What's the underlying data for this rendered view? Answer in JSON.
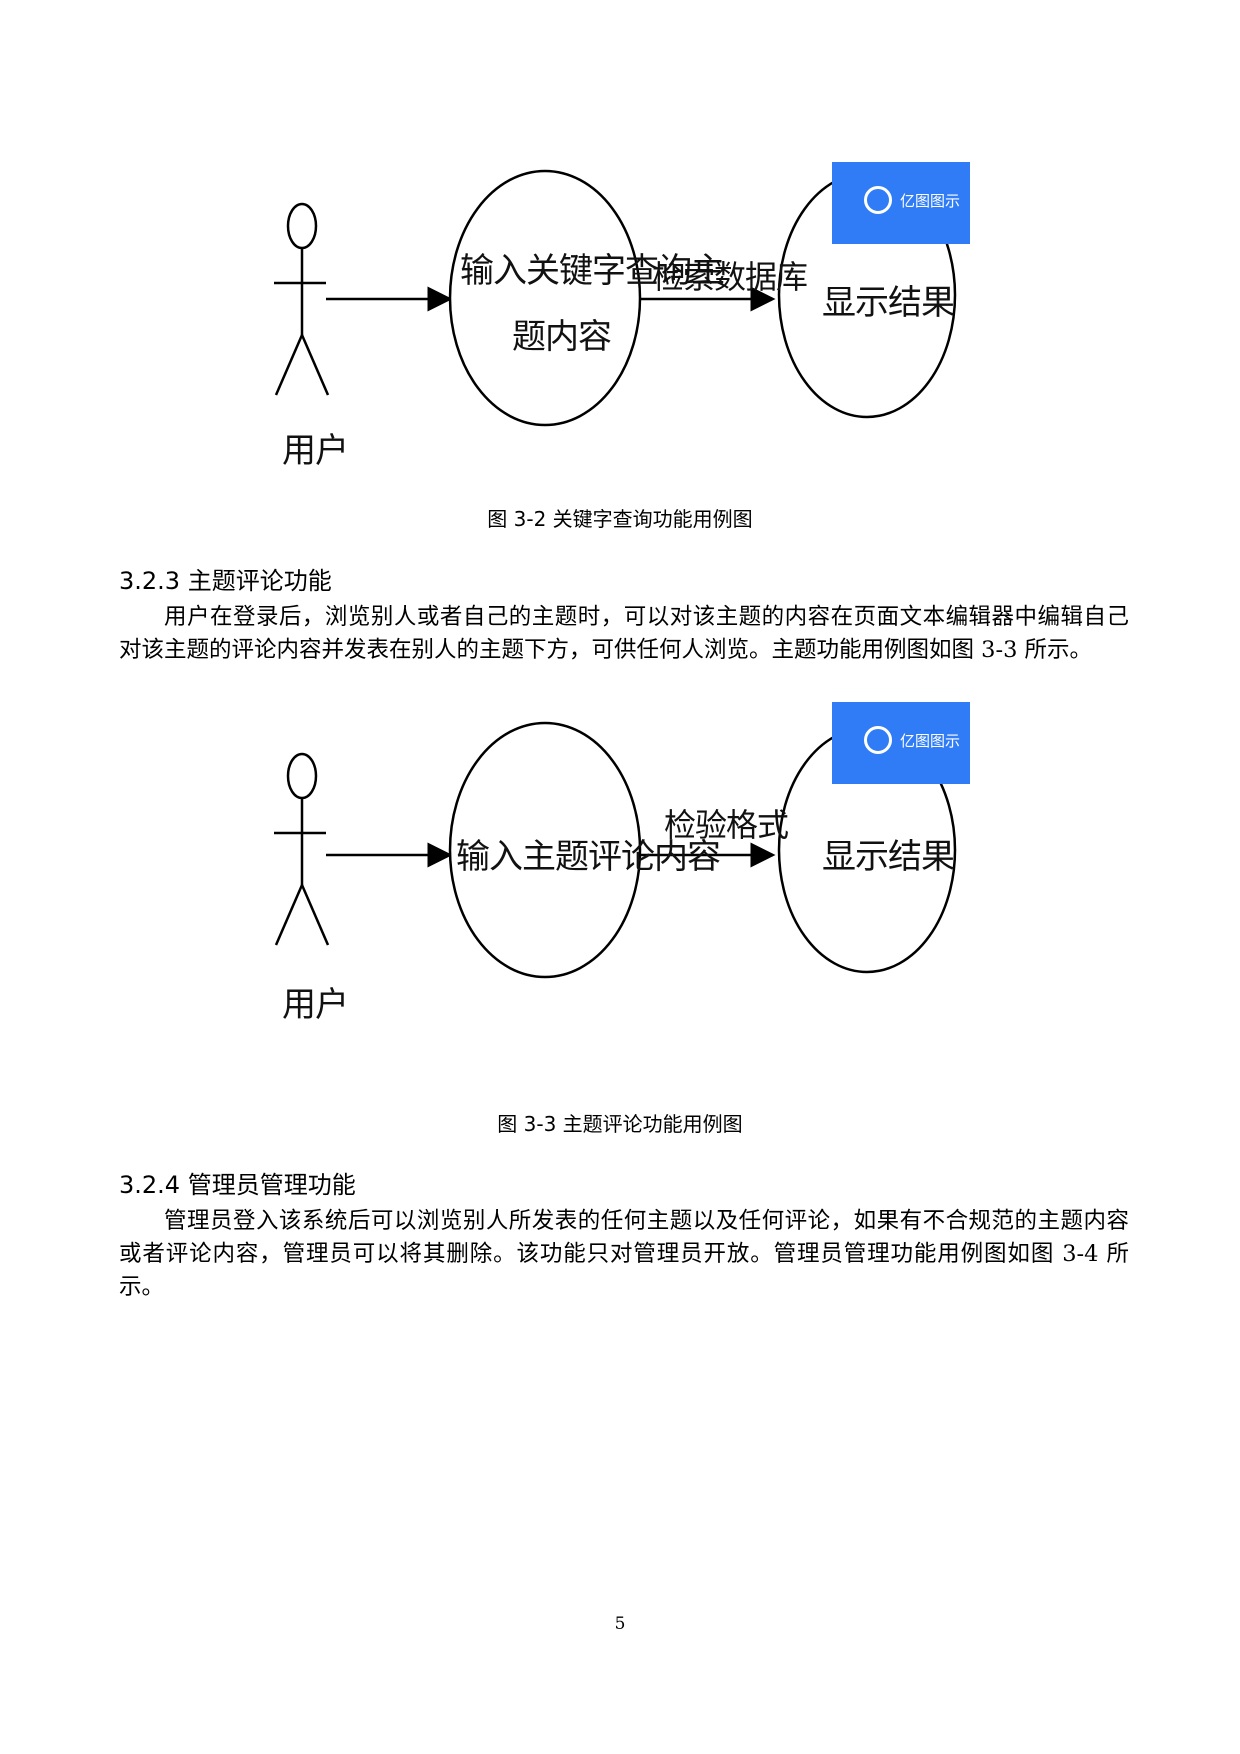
{
  "figure1": {
    "actor_label": "用户",
    "usecase_label": "输入关键字查询主题内容",
    "usecase_line1": "输入关键字查询主",
    "usecase_line2": "题内容",
    "arrow_label": "检索数据库",
    "result_label": "显示结果",
    "badge_text": "亿图图示",
    "caption": "图 3-2 关键字查询功能用例图"
  },
  "section_323": {
    "heading": "3.2.3 主题评论功能",
    "paragraph": "用户在登录后，浏览别人或者自己的主题时，可以对该主题的内容在页面文本编辑器中编辑自己对该主题的评论内容并发表在别人的主题下方，可供任何人浏览。主题功能用例图如图 3-3 所示。"
  },
  "figure2": {
    "actor_label": "用户",
    "usecase_label": "输入主题评论内容",
    "arrow_label": "检验格式",
    "result_label": "显示结果",
    "badge_text": "亿图图示",
    "caption": "图 3-3 主题评论功能用例图"
  },
  "section_324": {
    "heading": "3.2.4 管理员管理功能",
    "paragraph": "管理员登入该系统后可以浏览别人所发表的任何主题以及任何评论，如果有不合规范的主题内容或者评论内容，管理员可以将其删除。该功能只对管理员开放。管理员管理功能用例图如图 3-4 所示。"
  },
  "page_number": "5",
  "colors": {
    "badge": "#2f7cf6",
    "ink": "#000000"
  }
}
